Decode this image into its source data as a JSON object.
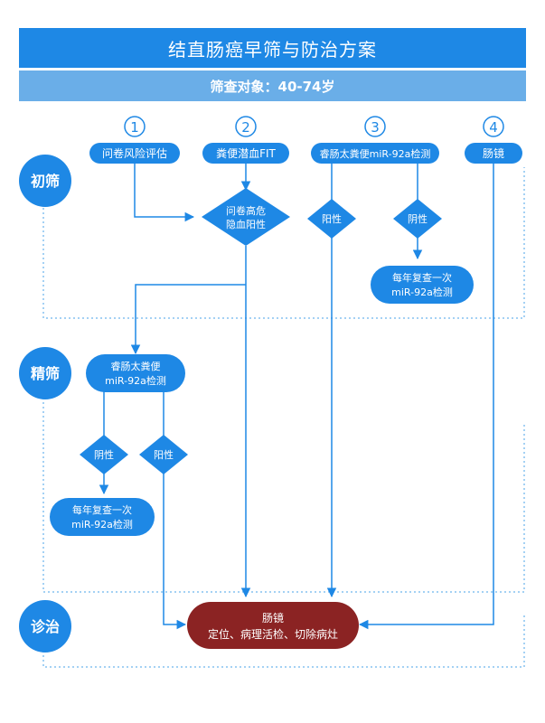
{
  "title": "结直肠癌早筛与防治方案",
  "subtitle": "筛查对象：40-74岁",
  "colors": {
    "primary": "#1e88e5",
    "light": "#6aaee8",
    "dark_red": "#8b2323",
    "dotted": "#4aa3e8"
  },
  "stages": {
    "initial": "初筛",
    "fine": "精筛",
    "diagnosis": "诊治"
  },
  "options": [
    {
      "num": "1",
      "label": "问卷风险评估"
    },
    {
      "num": "2",
      "label": "粪便潜血FIT"
    },
    {
      "num": "3",
      "label": "睿肠太粪便miR-92a检测"
    },
    {
      "num": "4",
      "label": "肠镜"
    }
  ],
  "decisions": {
    "questionnaire_line1": "问卷高危",
    "questionnaire_line2": "隐血阳性",
    "positive": "阳性",
    "negative": "阴性"
  },
  "retest": {
    "line1": "每年复查一次",
    "line2": "miR-92a检测"
  },
  "fine_test": {
    "line1": "睿肠太粪便",
    "line2": "miR-92a检测"
  },
  "final": {
    "line1": "肠镜",
    "line2": "定位、病理活检、切除病灶"
  }
}
